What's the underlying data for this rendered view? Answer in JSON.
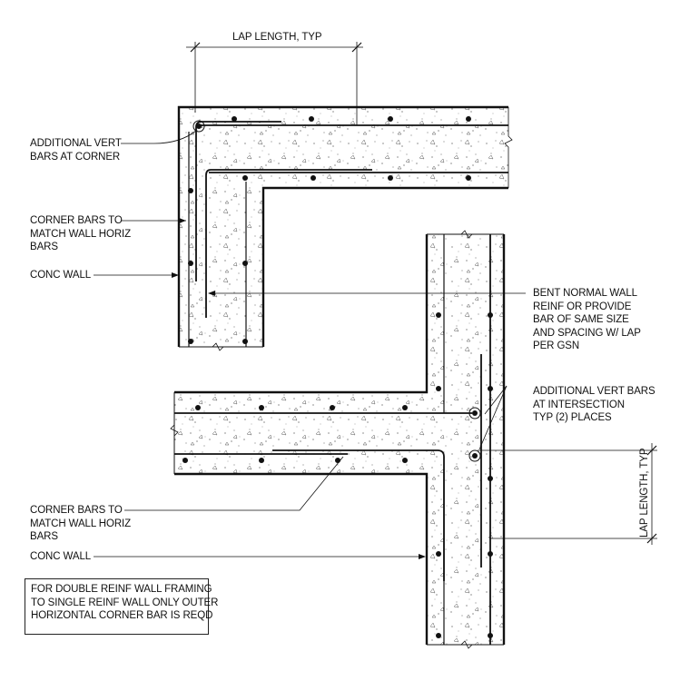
{
  "labels": {
    "lap_top": "LAP LENGTH, TYP",
    "add_vert_corner": "ADDITIONAL VERT\nBARS AT CORNER",
    "corner_bars_1": "CORNER BARS TO\nMATCH WALL HORIZ\nBARS",
    "conc_wall_1": "CONC WALL",
    "bent_normal": "BENT NORMAL WALL\nREINF OR PROVIDE\nBAR OF SAME SIZE\nAND SPACING W/ LAP\nPER GSN",
    "add_vert_intersection": "ADDITIONAL VERT BARS\nAT INTERSECTION\nTYP (2) PLACES",
    "lap_right": "LAP LENGTH, TYP",
    "corner_bars_2": "CORNER BARS TO\nMATCH WALL HORIZ\nBARS",
    "conc_wall_2": "CONC WALL",
    "note": "FOR DOUBLE REINF WALL FRAMING\nTO SINGLE REINF WALL ONLY OUTER\nHORIZONTAL CORNER BAR IS REQD"
  }
}
